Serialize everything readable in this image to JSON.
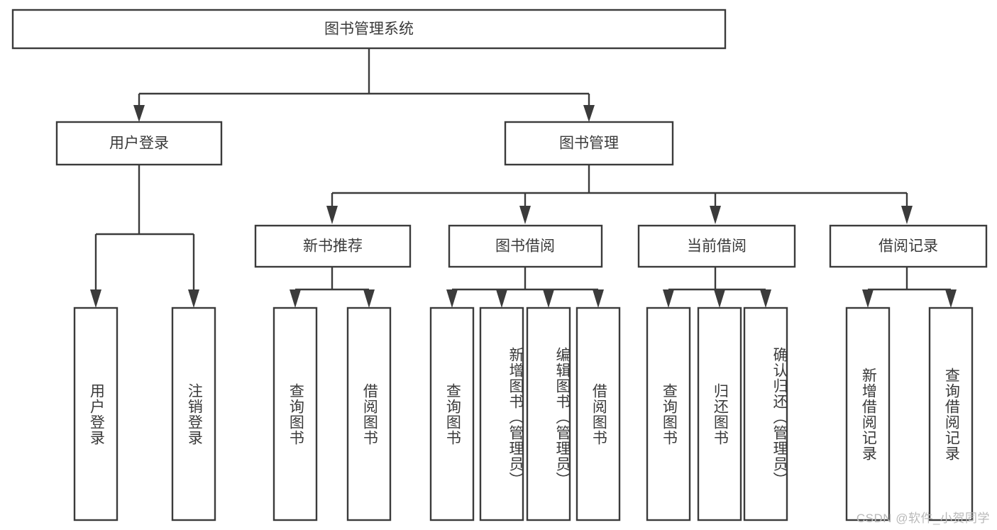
{
  "diagram": {
    "type": "tree-hierarchy-diagram",
    "title": "图书管理系统",
    "theme": {
      "background": "#ffffff",
      "box_fill": "#ffffff",
      "box_stroke": "#3b3b3b",
      "text_color": "#3a3a3a",
      "watermark_color": "#b9b9b9"
    },
    "root": {
      "label": "图书管理系统",
      "orientation": "horizontal"
    },
    "level1": [
      {
        "label": "用户登录",
        "orientation": "horizontal"
      },
      {
        "label": "图书管理",
        "orientation": "horizontal"
      }
    ],
    "level2": [
      {
        "label": "新书推荐",
        "orientation": "horizontal"
      },
      {
        "label": "图书借阅",
        "orientation": "horizontal"
      },
      {
        "label": "当前借阅",
        "orientation": "horizontal"
      },
      {
        "label": "借阅记录",
        "orientation": "horizontal"
      }
    ],
    "leaves": {
      "user_login": [
        {
          "label": "用户登录",
          "orientation": "vertical"
        },
        {
          "label": "注销登录",
          "orientation": "vertical"
        }
      ],
      "new_book_recommend": [
        {
          "label": "查询图书",
          "orientation": "vertical"
        },
        {
          "label": "借阅图书",
          "orientation": "vertical"
        }
      ],
      "book_borrow": [
        {
          "label": "查询图书",
          "orientation": "vertical"
        },
        {
          "label": "新增图书（管理员）",
          "orientation": "vertical"
        },
        {
          "label": "编辑图书（管理员）",
          "orientation": "vertical"
        },
        {
          "label": "借阅图书",
          "orientation": "vertical"
        }
      ],
      "current_borrow": [
        {
          "label": "查询图书",
          "orientation": "vertical"
        },
        {
          "label": "归还图书",
          "orientation": "vertical"
        },
        {
          "label": "确认归还（管理员）",
          "orientation": "vertical"
        }
      ],
      "borrow_record": [
        {
          "label": "新增借阅记录",
          "orientation": "vertical"
        },
        {
          "label": "查询借阅记录",
          "orientation": "vertical"
        }
      ]
    }
  },
  "watermark": {
    "text": "CSDN @软件_小贺同学"
  }
}
